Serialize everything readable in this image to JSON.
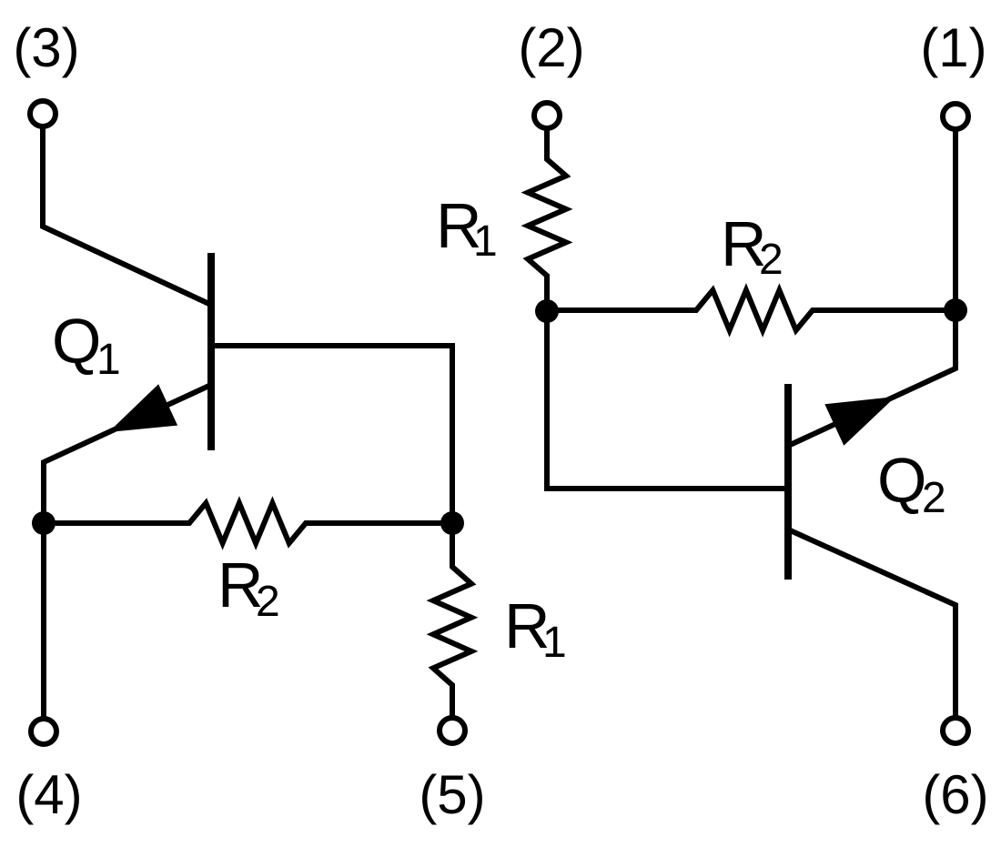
{
  "colors": {
    "line": "#000000",
    "background": "#ffffff"
  },
  "pins": [
    {
      "id": "1",
      "label": "(1)"
    },
    {
      "id": "2",
      "label": "(2)"
    },
    {
      "id": "3",
      "label": "(3)"
    },
    {
      "id": "4",
      "label": "(4)"
    },
    {
      "id": "5",
      "label": "(5)"
    },
    {
      "id": "6",
      "label": "(6)"
    }
  ],
  "components": {
    "q1": {
      "letter": "Q",
      "sub": "1"
    },
    "q2": {
      "letter": "Q",
      "sub": "2"
    },
    "r1_left": {
      "letter": "R",
      "sub": "1"
    },
    "r2_left": {
      "letter": "R",
      "sub": "2"
    },
    "r1_right": {
      "letter": "R",
      "sub": "1"
    },
    "r2_right": {
      "letter": "R",
      "sub": "2"
    }
  }
}
